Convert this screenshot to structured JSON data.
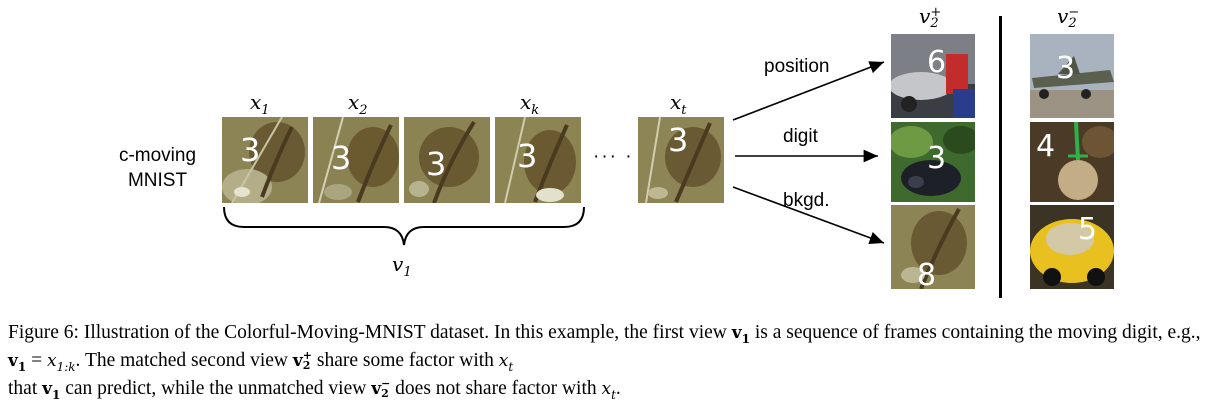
{
  "labels": {
    "dataset_line1": "c-moving",
    "dataset_line2": "MNIST",
    "dots": "··· ·",
    "arrow_position": "position",
    "arrow_digit": "digit",
    "arrow_bkgd": "bkgd."
  },
  "math": {
    "x1_base": "x",
    "x1_sub": "1",
    "x2_base": "x",
    "x2_sub": "2",
    "xk_base": "x",
    "xk_sub": "k",
    "xt_base": "x",
    "xt_sub": "t",
    "v1_base": "v",
    "v1_sub": "1",
    "v2pos_base": "v",
    "v2pos_sub": "2",
    "v2pos_sup": "+",
    "v2neg_base": "v",
    "v2neg_sub": "2",
    "v2neg_sup": "−"
  },
  "frames": {
    "sequence_digit": "3",
    "positive": [
      "6",
      "3",
      "8"
    ],
    "negative": [
      "3",
      "4",
      "5"
    ]
  },
  "caption": {
    "fig_label": "Figure 6:",
    "p1": " Illustration of the Colorful-Moving-MNIST dataset. In this example, the first view ",
    "v1": "v",
    "v1_sub": "1",
    "p2": " is a sequence of frames containing the moving digit, e.g., ",
    "v1b": "v",
    "v1b_sub": "1",
    "eq": " = ",
    "x1k": "x",
    "x1k_sub": "1:k",
    "p3": ". The matched second view ",
    "v2p": "v",
    "v2p_sub": "2",
    "v2p_sup": "+",
    "p4": " share some factor with ",
    "xt": "x",
    "xt_sub": "t",
    "p5": " that ",
    "v1c": "v",
    "v1c_sub": "1",
    "p6": " can predict, while the unmatched view ",
    "v2n": "v",
    "v2n_sub": "2",
    "v2n_sup": "−",
    "p7": " does not share factor with ",
    "xt2": "x",
    "xt2_sub": "t",
    "p8": "."
  }
}
